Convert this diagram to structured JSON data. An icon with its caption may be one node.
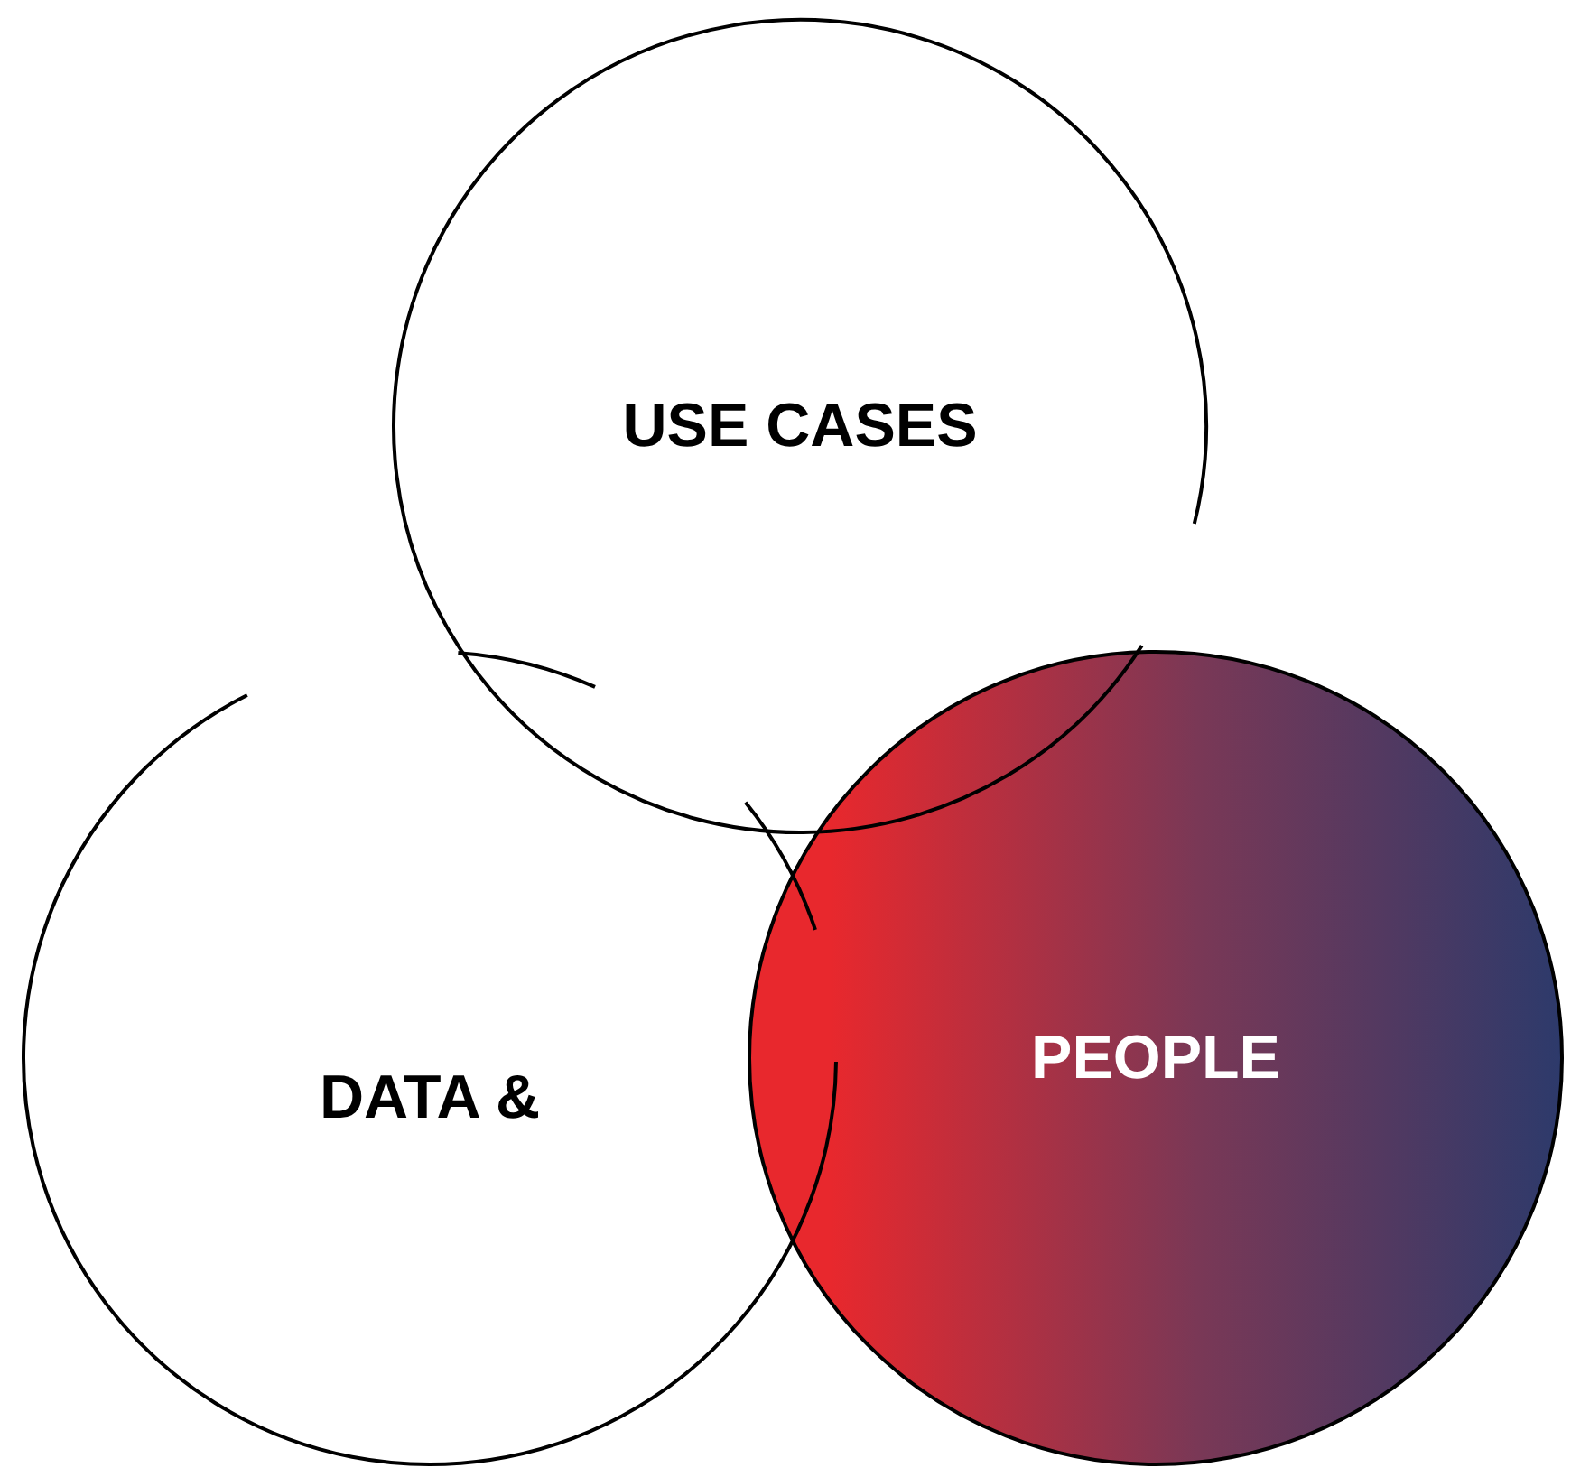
{
  "diagram": {
    "nodes": [
      {
        "text": [
          "USE CASES"
        ]
      },
      {
        "text": [
          "DATA &"
        ]
      },
      {
        "text": [
          "PEOPLE"
        ]
      }
    ]
  }
}
